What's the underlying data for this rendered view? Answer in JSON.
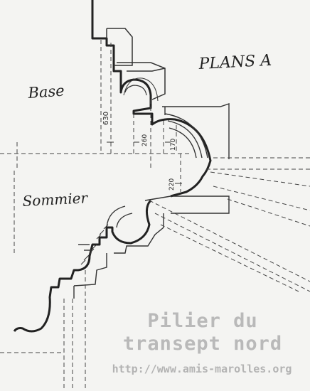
{
  "labels": {
    "plan_title": "PLANS A",
    "base": "Base",
    "sommier": "Sommier"
  },
  "dimensions": [
    "630",
    "260",
    "170",
    "220"
  ],
  "watermark": {
    "title_line1": "Pilier du",
    "title_line2": "transept nord",
    "url": "http://www.amis-marolles.org"
  },
  "colors": {
    "ink": "#222222",
    "paper": "#f4f4f2",
    "watermark": "#b9b9b9"
  }
}
